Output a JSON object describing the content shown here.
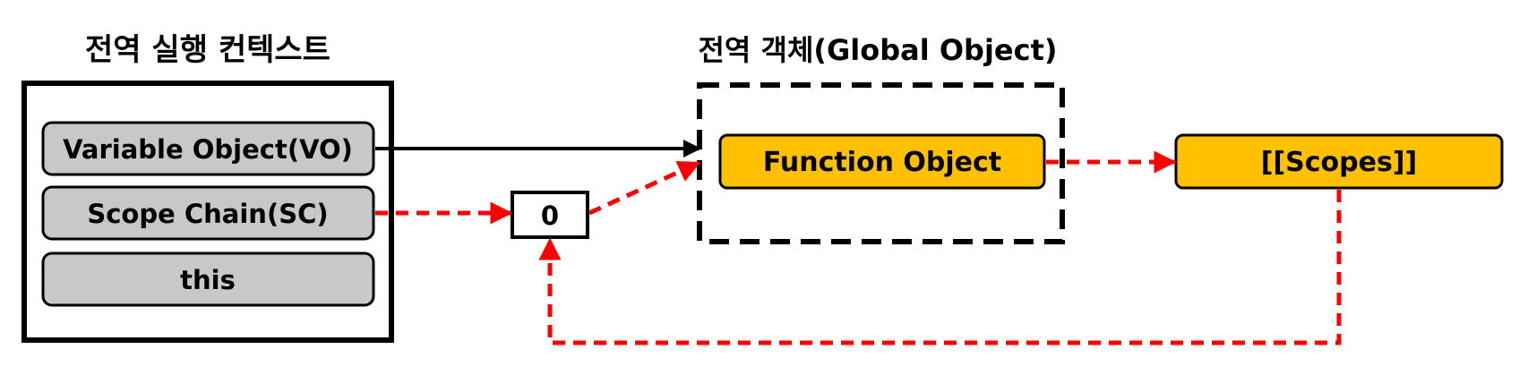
{
  "global_context": {
    "title": "전역 실행 컨텍스트",
    "slots": {
      "variable_object": "Variable Object(VO)",
      "scope_chain": "Scope Chain(SC)",
      "this": "this"
    }
  },
  "scope_list": {
    "index_label": "0"
  },
  "global_object": {
    "title": "전역 객체(Global Object)",
    "function_object": "Function Object",
    "scopes": "[[Scopes]]"
  },
  "colors": {
    "slot_fill": "#c8c8c8",
    "object_fill": "#ffc000",
    "reference_line": "#000000",
    "scope_link": "#ff0000"
  }
}
